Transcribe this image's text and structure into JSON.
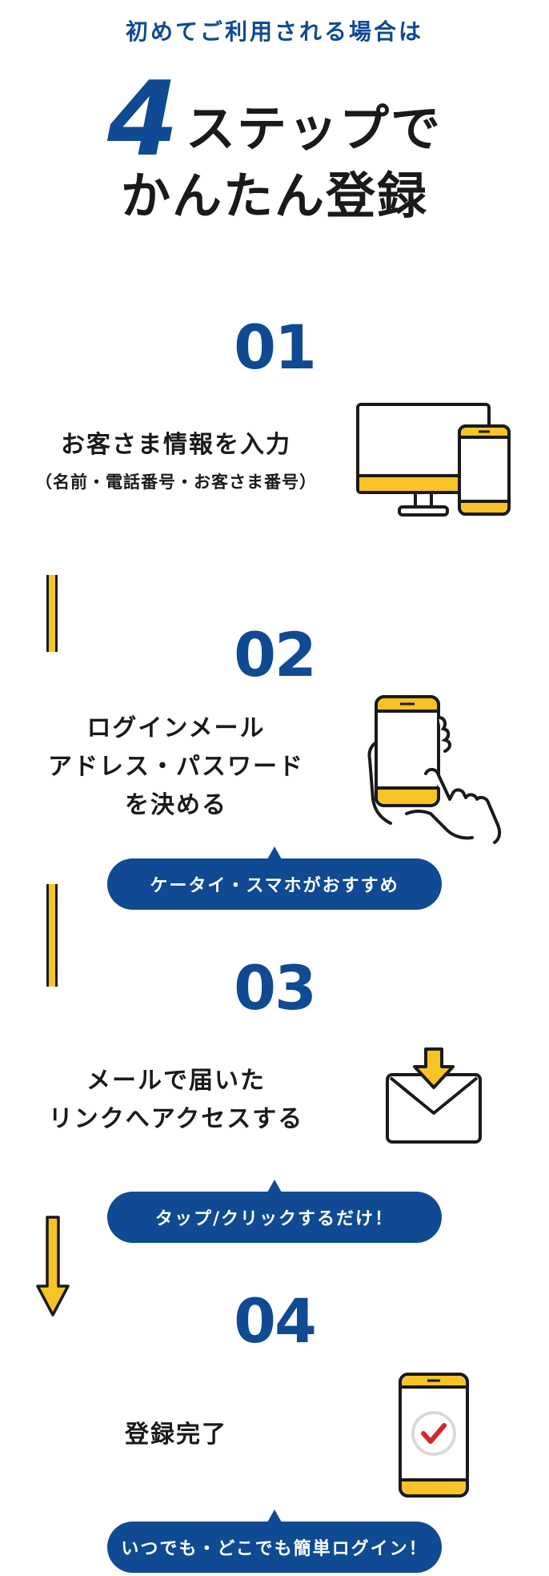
{
  "header": {
    "intro": "初めてご利用される場合は",
    "number": "4",
    "line1": "ステップで",
    "line2": "かんたん登録"
  },
  "steps": [
    {
      "number": "01",
      "lines": [
        "お客さま情報を入力"
      ],
      "sub": "（名前・電話番号・お客さま番号）",
      "icon": "monitor-and-phone-icon"
    },
    {
      "number": "02",
      "lines": [
        "ログインメール",
        "アドレス・パスワード",
        "を決める"
      ],
      "bubble": "ケータイ・スマホがおすすめ",
      "icon": "hand-holding-phone-icon"
    },
    {
      "number": "03",
      "lines": [
        "メールで届いた",
        "リンクへアクセスする"
      ],
      "bubble": "タップ/クリックするだけ！",
      "icon": "mail-download-icon"
    },
    {
      "number": "04",
      "lines": [
        "登録完了"
      ],
      "bubble": "いつでも・どこでも簡単ログイン！",
      "icon": "phone-check-icon"
    }
  ],
  "colors": {
    "primary": "#0f4a93",
    "accent": "#f7c326",
    "text": "#1a1a1a",
    "check": "#d62728"
  }
}
